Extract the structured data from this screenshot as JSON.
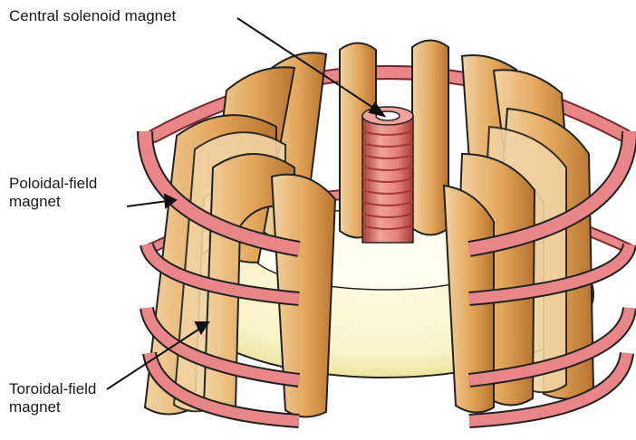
{
  "labels": {
    "central_solenoid": "Central solenoid magnet",
    "poloidal_field_line1": "Poloidal-field",
    "poloidal_field_line2": "magnet",
    "toroidal_field_line1": "Toroidal-field",
    "toroidal_field_line2": "magnet"
  },
  "colors": {
    "background": "#ffffff",
    "poloidal_ring": "#e8868a",
    "poloidal_ring_edge": "#7a2a2e",
    "poloidal_ring_shade": "#c25459",
    "toroidal_coil": "#e2a55a",
    "toroidal_coil_light": "#f2d3a3",
    "toroidal_coil_dark": "#9a5a22",
    "plasma_vessel": "#f6f3c6",
    "plasma_vessel_shade": "#e6e08f",
    "solenoid": "#e57f78",
    "solenoid_dark": "#a53a36",
    "outline": "#222222"
  }
}
